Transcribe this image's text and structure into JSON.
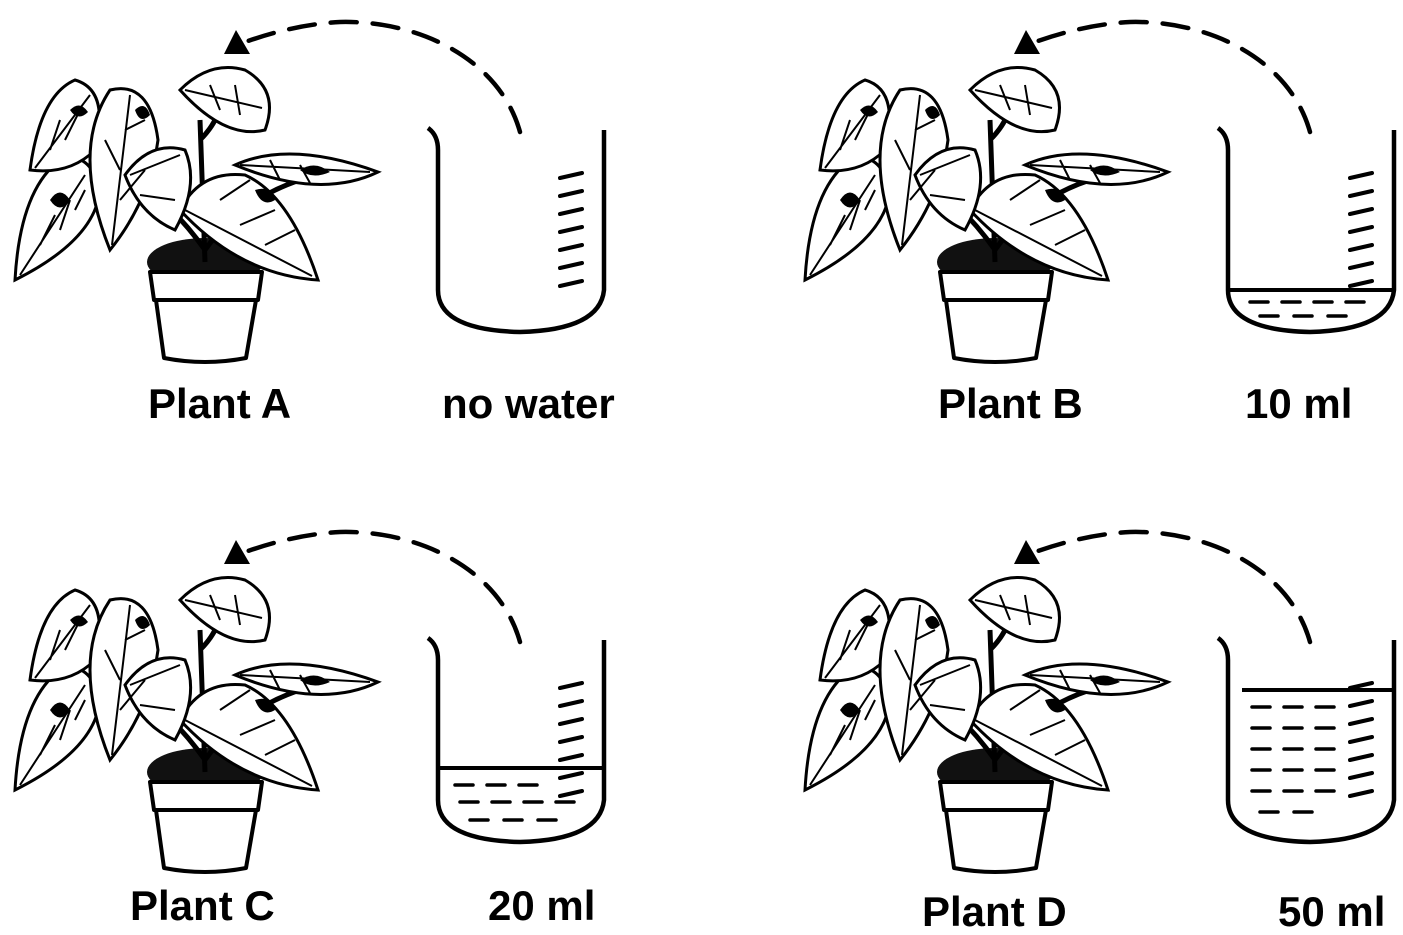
{
  "panels": [
    {
      "plant_label": "Plant A",
      "water_label": "no water",
      "water_ml": 0
    },
    {
      "plant_label": "Plant B",
      "water_label": "10 ml",
      "water_ml": 10
    },
    {
      "plant_label": "Plant C",
      "water_label": "20 ml",
      "water_ml": 20
    },
    {
      "plant_label": "Plant D",
      "water_label": "50 ml",
      "water_ml": 50
    }
  ]
}
